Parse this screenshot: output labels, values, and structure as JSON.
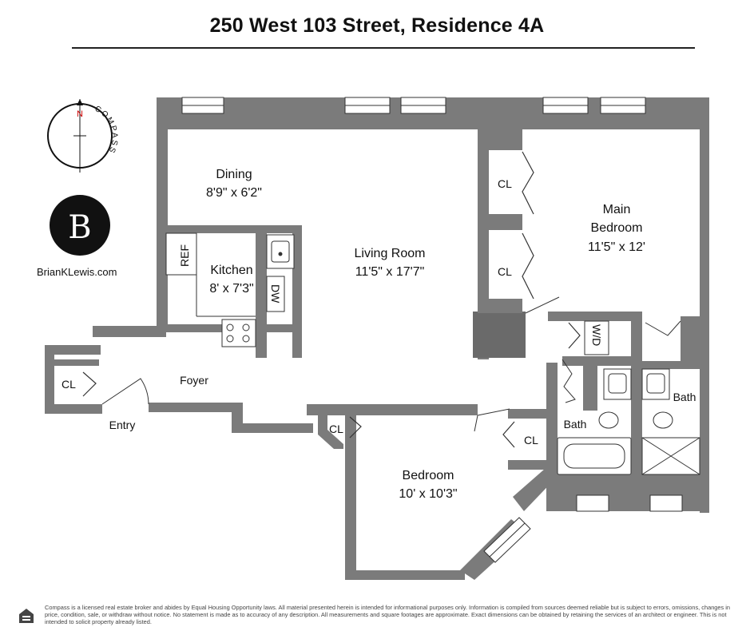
{
  "title": "250 West 103 Street, Residence 4A",
  "compass": {
    "north_letter": "N",
    "word": "COMPASS"
  },
  "logo": {
    "glyph": "B",
    "website": "BrianKLewis.com"
  },
  "rooms": {
    "dining": {
      "name": "Dining",
      "size": "8'9\" x 6'2\""
    },
    "living": {
      "name": "Living Room",
      "size": "11'5\" x 17'7\""
    },
    "kitchen": {
      "name": "Kitchen",
      "size": "8' x 7'3\""
    },
    "main_bedroom": {
      "name_line1": "Main",
      "name_line2": "Bedroom",
      "size": "11'5\" x 12'"
    },
    "bedroom": {
      "name": "Bedroom",
      "size": "10' x 10'3\""
    },
    "foyer": {
      "name": "Foyer"
    },
    "entry": {
      "name": "Entry"
    },
    "bath1": {
      "name": "Bath"
    },
    "bath2": {
      "name": "Bath"
    }
  },
  "fixtures": {
    "ref": "REF",
    "dw": "DW",
    "wd": "W/D"
  },
  "closets": {
    "closet_label": "CL"
  },
  "disclaimer": "Compass is a licensed real estate broker and abides by Equal Housing Opportunity laws. All material presented herein is intended for informational purposes only. Information is compiled from sources deemed reliable but is subject to errors, omissions, changes in price, condition, sale, or withdraw without notice. No statement is made as to accuracy of any description. All measurements and square footages are approximate. Exact dimensions can be obtained by retaining the services of an architect or engineer. This is not intended to solicit property already listed.",
  "colors": {
    "wall": "#7b7b7b",
    "wall_dark": "#555555",
    "line": "#333333"
  }
}
